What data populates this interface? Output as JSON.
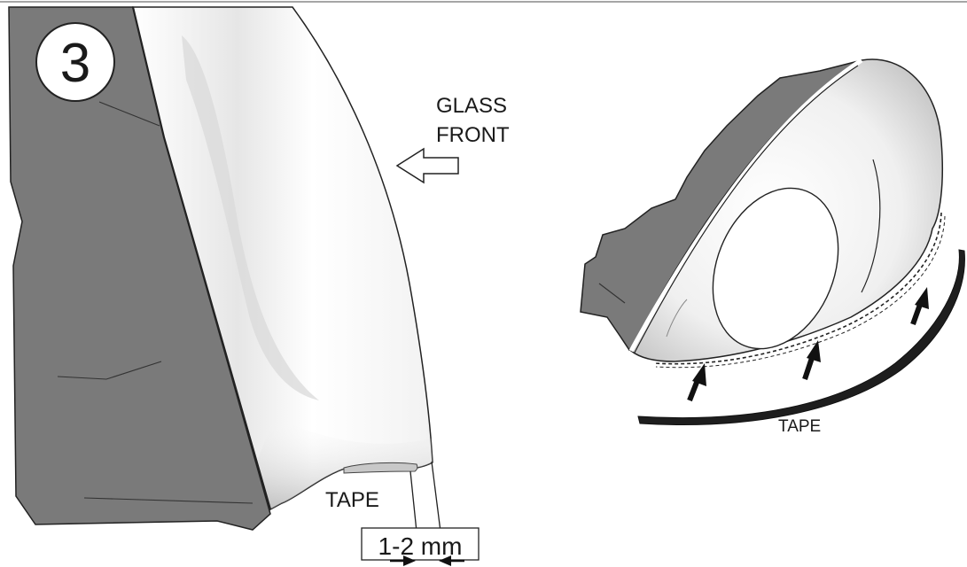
{
  "step": {
    "number": "3"
  },
  "labels": {
    "glass_line1": "GLASS",
    "glass_line2": "FRONT",
    "tape_left": "TAPE",
    "gap": "1-2 mm",
    "tape_right": "TAPE"
  },
  "colors": {
    "housing_gray": "#7a7a7a",
    "outline": "#222222",
    "glass_white": "#ffffff",
    "tape_strip": "#c8c8c8",
    "tape_black": "#1e1e1e"
  },
  "icons": {
    "direction_arrow": "hollow-arrow-left",
    "push_arrows": "arrow-up-right"
  }
}
